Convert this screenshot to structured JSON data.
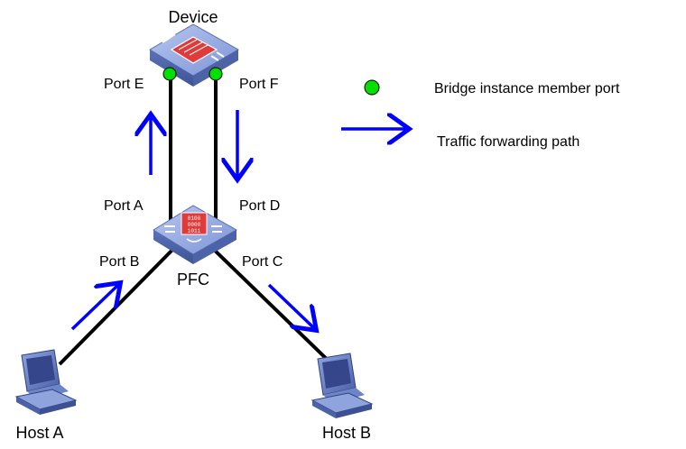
{
  "nodes": {
    "device": {
      "label": "Device"
    },
    "pfc": {
      "label": "PFC"
    },
    "host_a": {
      "label": "Host A"
    },
    "host_b": {
      "label": "Host B"
    }
  },
  "ports": {
    "port_a": "Port A",
    "port_b": "Port B",
    "port_c": "Port C",
    "port_d": "Port D",
    "port_e": "Port E",
    "port_f": "Port F"
  },
  "legend": {
    "member_port": {
      "label": "Bridge instance member port",
      "color": "#00e000"
    },
    "traffic_path": {
      "label": "Traffic forwarding path",
      "color": "#0000ff"
    }
  },
  "device_icon_text": {
    "l1": "0100",
    "l2": "0000",
    "l3": "1011"
  },
  "colors": {
    "link": "#000000",
    "device_body": "#6f86c4",
    "device_top": "#9db0e6",
    "device_panel": "#e03a3a"
  }
}
